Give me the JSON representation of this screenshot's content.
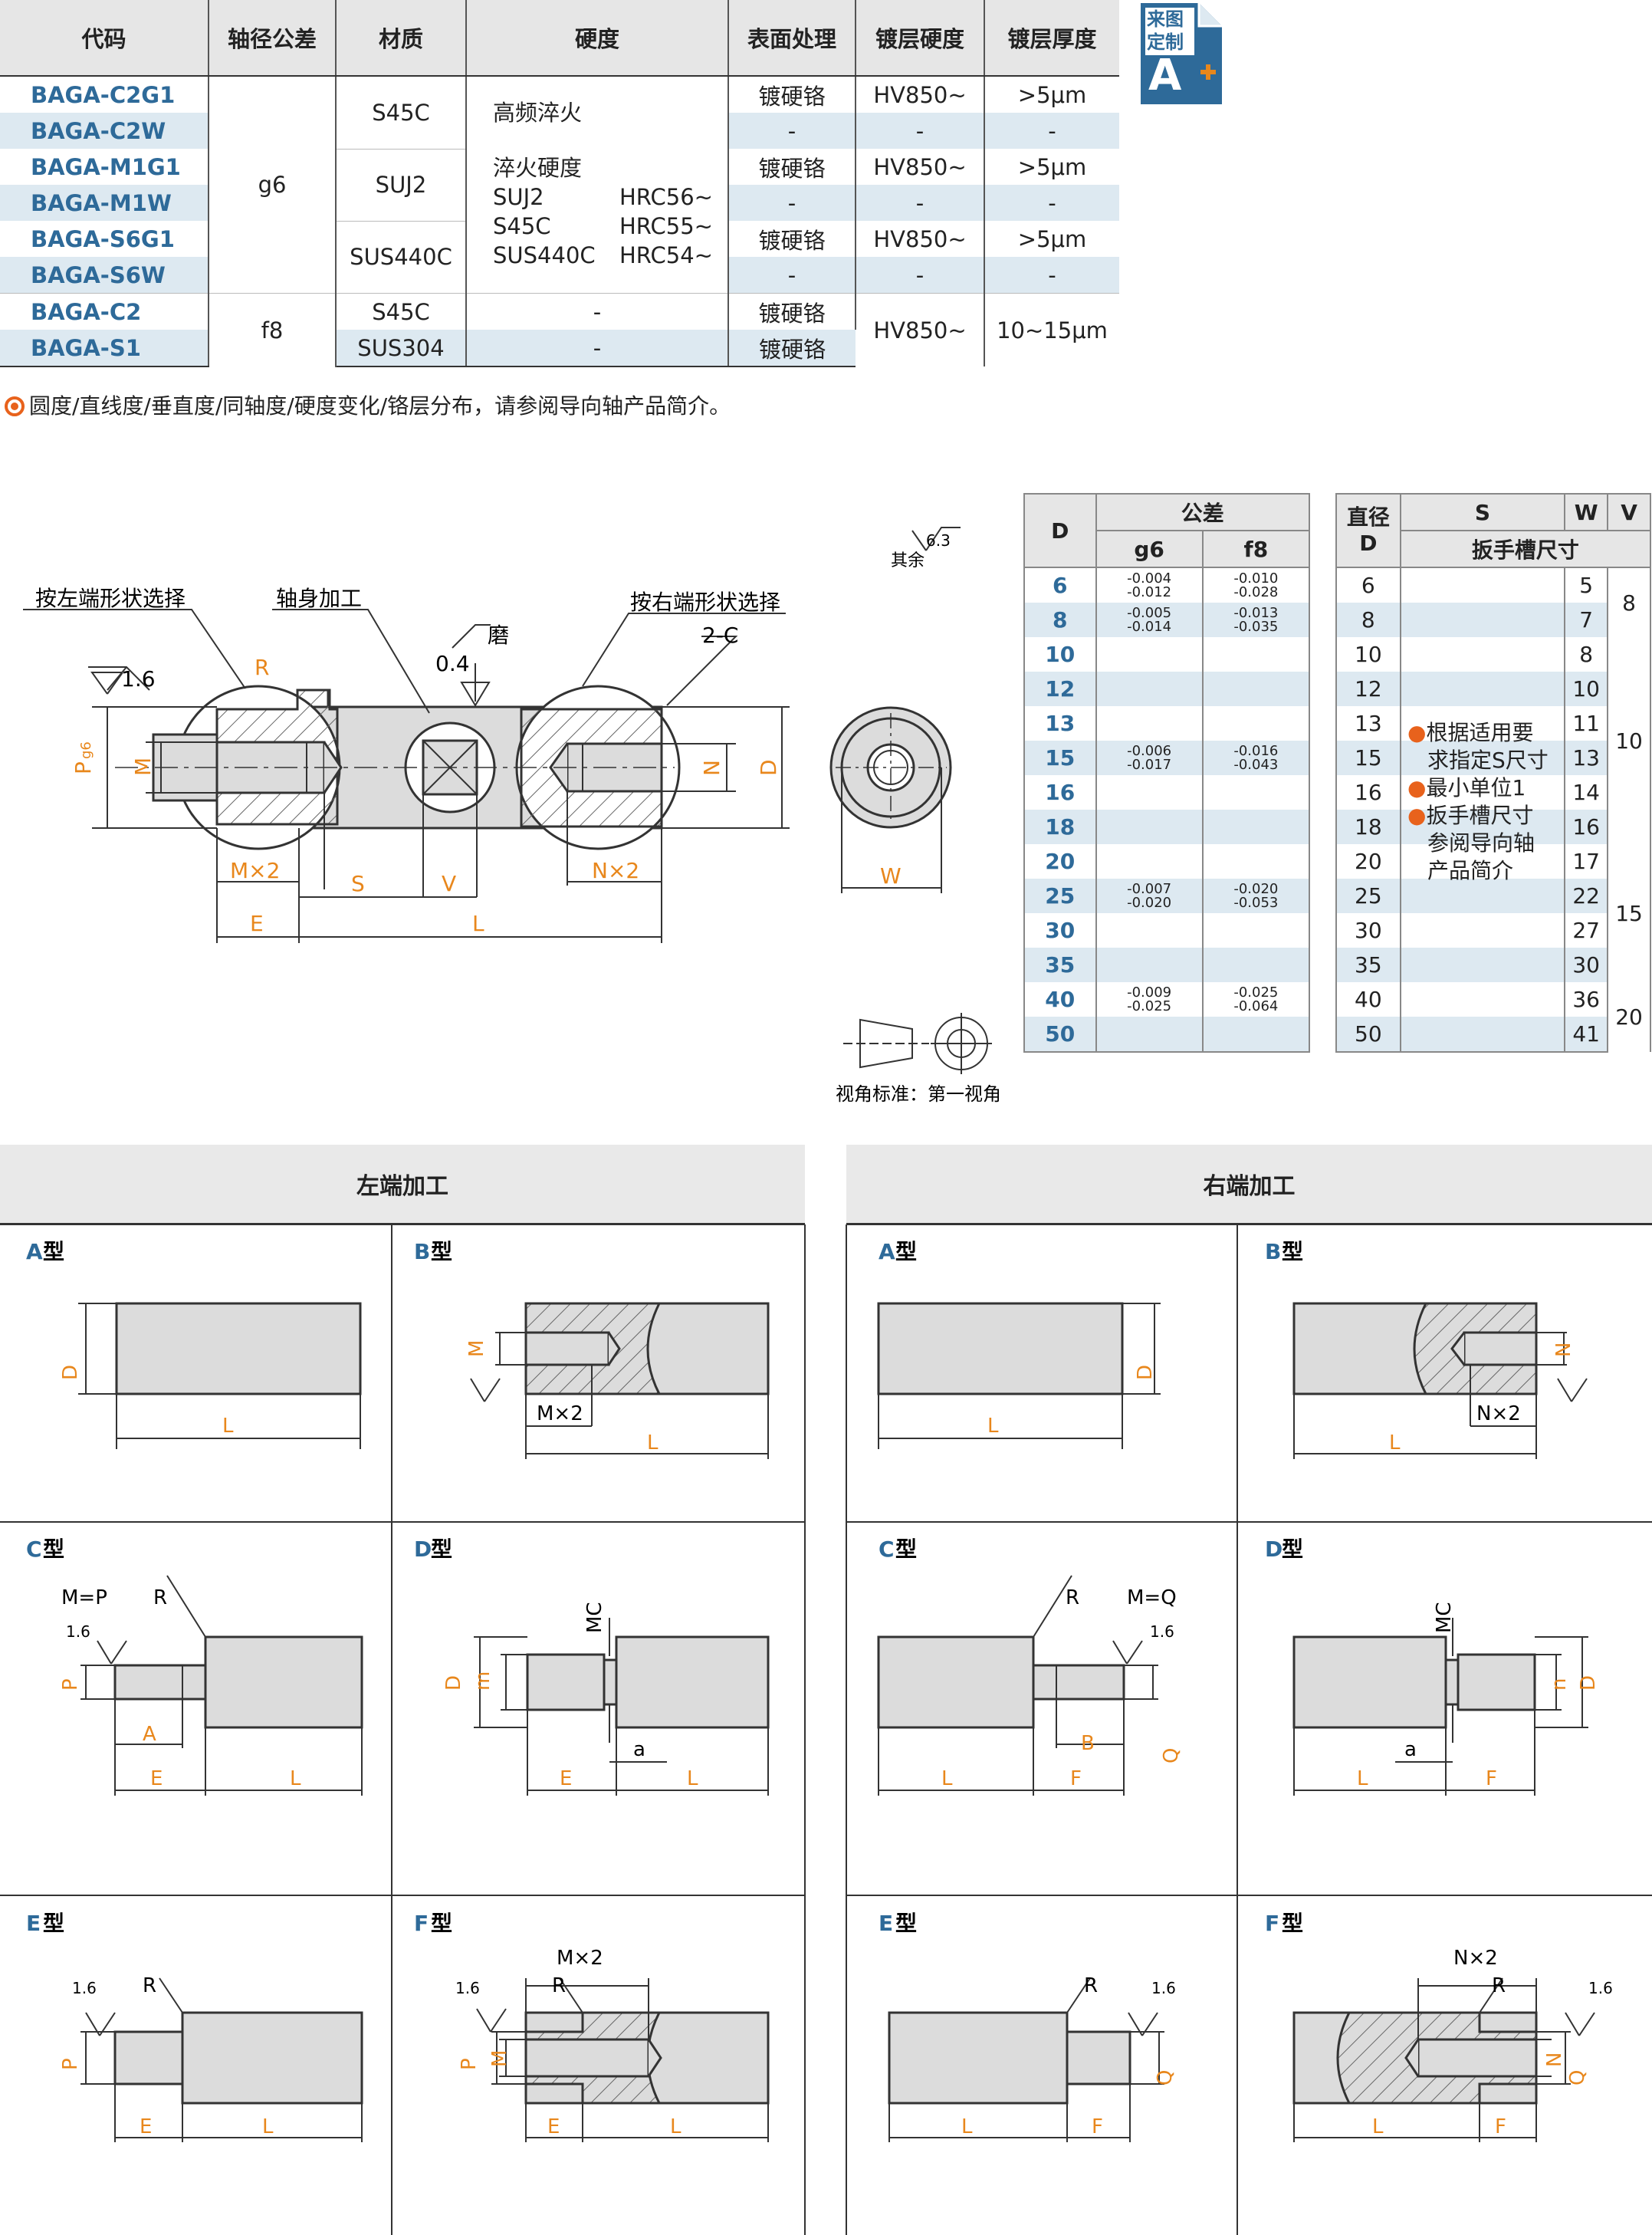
{
  "spec_table": {
    "headers": [
      "代码",
      "轴径公差",
      "材质",
      "硬度",
      "表面处理",
      "镀层硬度",
      "镀层厚度"
    ],
    "codes": [
      "BAGA-C2G1",
      "BAGA-C2W",
      "BAGA-M1G1",
      "BAGA-M1W",
      "BAGA-S6G1",
      "BAGA-S6W",
      "BAGA-C2",
      "BAGA-S1"
    ],
    "tolerance": [
      "g6",
      "f8"
    ],
    "materials": [
      "S45C",
      "SUJ2",
      "SUS440C",
      "S45C",
      "SUS304"
    ],
    "hardness_induction": "高频淬火",
    "hardness_title": "淬火硬度",
    "hardness_rows": [
      [
        "SUJ2",
        "HRC56~"
      ],
      [
        "S45C",
        "HRC55~"
      ],
      [
        "SUS440C",
        "HRC54~"
      ]
    ],
    "dash": "-",
    "surface": [
      "镀硬铬",
      "-",
      "镀硬铬",
      "-",
      "镀硬铬",
      "-",
      "镀硬铬",
      "镀硬铬"
    ],
    "plating_hardness": [
      "HV850~",
      "-",
      "HV850~",
      "-",
      "HV850~",
      "-",
      "HV850~"
    ],
    "plating_thickness": [
      ">5μm",
      "-",
      ">5μm",
      "-",
      ">5μm",
      "-",
      "10~15μm"
    ]
  },
  "badge": {
    "line1": "来图",
    "line2": "定制",
    "letter": "A"
  },
  "note": "圆度/直线度/垂直度/同轴度/硬度变化/铬层分布，请参阅导向轴产品简介。",
  "drawing": {
    "label_left": "按左端形状选择",
    "label_body": "轴身加工",
    "label_right": "按右端形状选择",
    "label_grind": "磨",
    "rough_other": "其余",
    "rough_63": "6.3",
    "rough_16": "1.6",
    "rough_04": "0.4",
    "chamfer": "2-C",
    "projection": "视角标准：第一视角",
    "dims": {
      "R": "R",
      "P": "P",
      "g6": "g6",
      "M": "M",
      "N": "N",
      "D": "D",
      "Mx2": "M×2",
      "Nx2": "N×2",
      "S": "S",
      "V": "V",
      "E": "E",
      "L": "L",
      "W": "W"
    }
  },
  "tol_table": {
    "h_d": "D",
    "h_tol": "公差",
    "h_g6": "g6",
    "h_f8": "f8",
    "rows": [
      {
        "d": "6",
        "g6a": "-0.004",
        "g6b": "-0.012",
        "f8a": "-0.010",
        "f8b": "-0.028"
      },
      {
        "d": "8",
        "g6a": "-0.005",
        "g6b": "-0.014",
        "f8a": "-0.013",
        "f8b": "-0.035"
      },
      {
        "d": "10"
      },
      {
        "d": "12"
      },
      {
        "d": "13"
      },
      {
        "d": "15",
        "g6a": "-0.006",
        "g6b": "-0.017",
        "f8a": "-0.016",
        "f8b": "-0.043"
      },
      {
        "d": "16"
      },
      {
        "d": "18"
      },
      {
        "d": "20"
      },
      {
        "d": "25",
        "g6a": "-0.007",
        "g6b": "-0.020",
        "f8a": "-0.020",
        "f8b": "-0.053"
      },
      {
        "d": "30"
      },
      {
        "d": "35"
      },
      {
        "d": "40",
        "g6a": "-0.009",
        "g6b": "-0.025",
        "f8a": "-0.025",
        "f8b": "-0.064"
      },
      {
        "d": "50"
      }
    ]
  },
  "wrench_table": {
    "h_dia": "直径",
    "h_d": "D",
    "h_s": "S",
    "h_w": "W",
    "h_v": "V",
    "h_sub": "扳手槽尺寸",
    "d": [
      "6",
      "8",
      "10",
      "12",
      "13",
      "15",
      "16",
      "18",
      "20",
      "25",
      "30",
      "35",
      "40",
      "50"
    ],
    "w": [
      "5",
      "7",
      "8",
      "10",
      "11",
      "13",
      "14",
      "16",
      "17",
      "22",
      "27",
      "30",
      "36",
      "41"
    ],
    "v": [
      "8",
      "10",
      "15",
      "20"
    ],
    "notes": [
      "根据适用要",
      "求指定S尺寸",
      "最小单位1",
      "扳手槽尺寸",
      "参阅导向轴",
      "产品简介"
    ]
  },
  "sections": {
    "left": "左端加工",
    "right": "右端加工"
  },
  "types": {
    "A": "A",
    "B": "B",
    "C": "C",
    "D": "D",
    "E": "E",
    "F": "F",
    "suffix": "型"
  },
  "type_dims": {
    "D": "D",
    "g6": "g6",
    "L": "L",
    "M": "M",
    "N": "N",
    "Mx2": "M×2",
    "Nx2": "N×2",
    "R": "R",
    "MeqP": "M=P",
    "MeqQ": "M=Q",
    "P": "P",
    "Q": "Q",
    "A": "A",
    "B": "B",
    "E": "E",
    "F": "F",
    "MC": "MC",
    "m": "m",
    "n": "n",
    "a": "a",
    "r16": "1.6"
  }
}
